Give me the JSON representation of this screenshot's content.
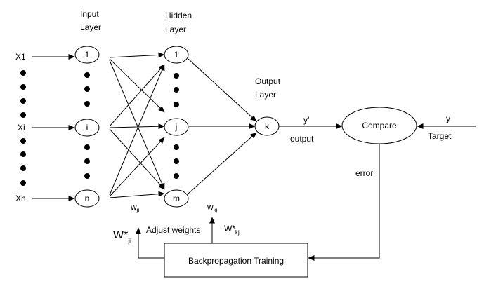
{
  "inputs": {
    "first": "X1",
    "middle": "Xi",
    "last": "Xn"
  },
  "layers": {
    "input": {
      "line1": "Input",
      "line2": "Layer"
    },
    "hidden": {
      "line1": "Hidden",
      "line2": "Layer"
    },
    "output": {
      "line1": "Output",
      "line2": "Layer"
    }
  },
  "nodes": {
    "input_first": "1",
    "input_middle": "i",
    "input_last": "n",
    "hidden_first": "1",
    "hidden_middle": "j",
    "hidden_last": "m",
    "output": "k"
  },
  "weights": {
    "wji": {
      "base": "w",
      "sub": "ji"
    },
    "wkj": {
      "base": "w",
      "sub": "kj"
    },
    "wstar_ji": {
      "base": "W*",
      "sub": "ji"
    },
    "wstar_kj": {
      "base": "W*",
      "sub": "kj"
    }
  },
  "labels": {
    "y_prime": "y’",
    "output": "output",
    "compare": "Compare",
    "y": "y",
    "target": "Target",
    "error": "error",
    "adjust_weights": "Adjust weights",
    "backprop": "Backpropagation Training"
  }
}
